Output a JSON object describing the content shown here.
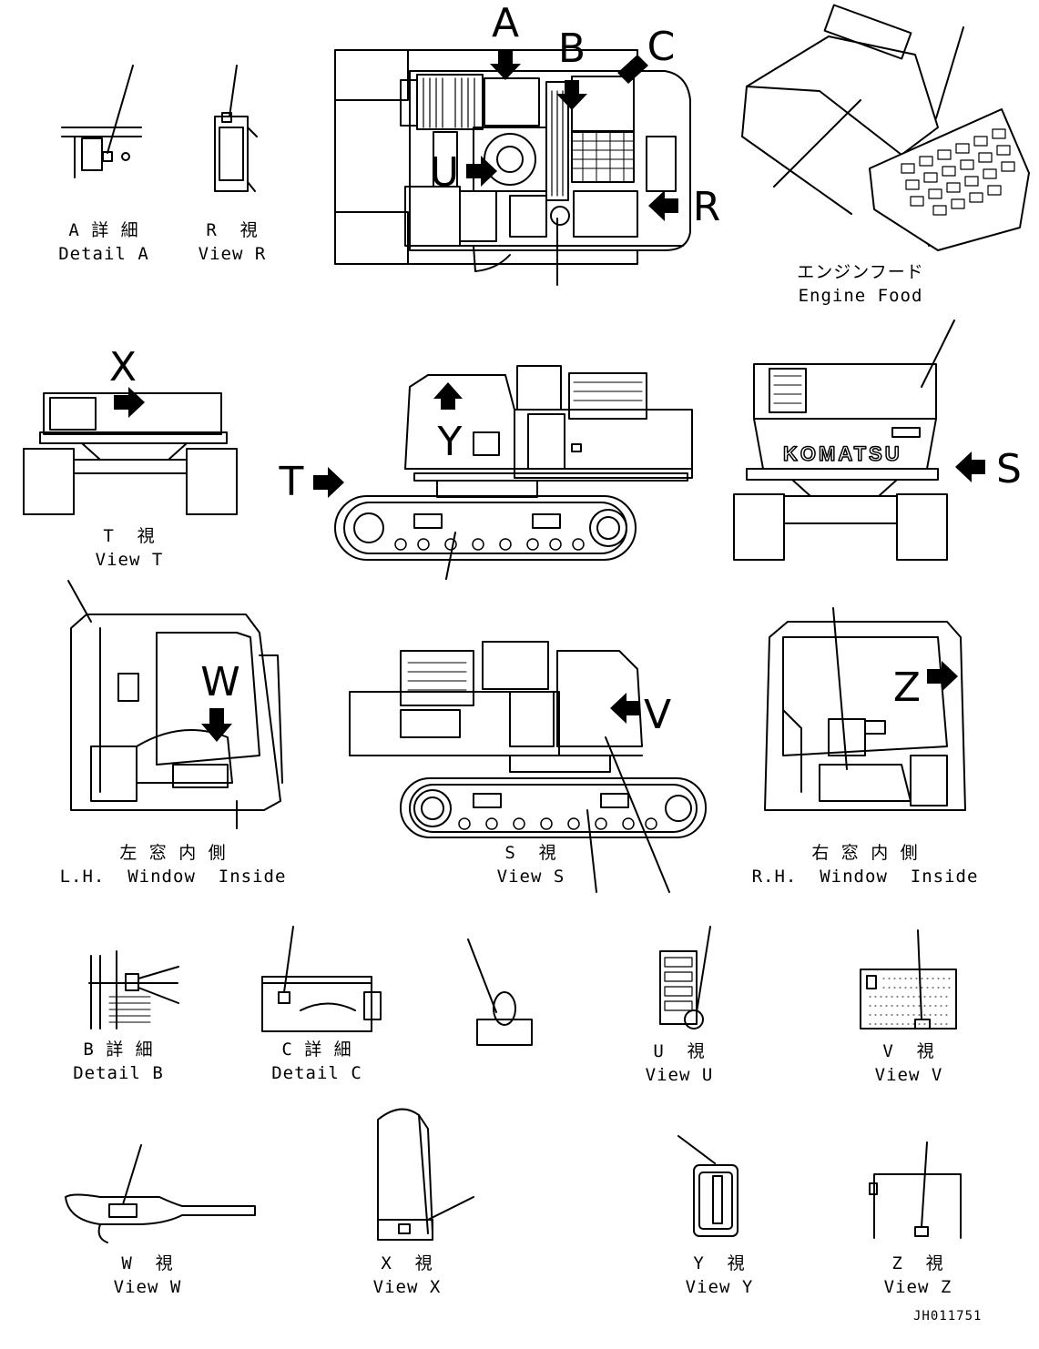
{
  "captions": {
    "detail_a": {
      "jp": "A 詳 細",
      "en": "Detail A"
    },
    "view_r": {
      "jp": "R  視",
      "en": "View R"
    },
    "engine_hood": {
      "jp": "エンジンフード",
      "en": "Engine Food"
    },
    "view_t": {
      "jp": "T  視",
      "en": "View T"
    },
    "view_s": {
      "jp": "S  視",
      "en": "View S"
    },
    "lh_window": {
      "jp": "左 窓 内 側",
      "en": "L.H.  Window  Inside"
    },
    "rh_window": {
      "jp": "右 窓 内 側",
      "en": "R.H.  Window  Inside"
    },
    "detail_b": {
      "jp": "B 詳 細",
      "en": "Detail B"
    },
    "detail_c": {
      "jp": "C 詳 細",
      "en": "Detail C"
    },
    "view_u": {
      "jp": "U  視",
      "en": "View U"
    },
    "view_v": {
      "jp": "V  視",
      "en": "View V"
    },
    "view_w": {
      "jp": "W  視",
      "en": "View W"
    },
    "view_x": {
      "jp": "X  視",
      "en": "View X"
    },
    "view_y": {
      "jp": "Y  視",
      "en": "View Y"
    },
    "view_z": {
      "jp": "Z  視",
      "en": "View Z"
    }
  },
  "callouts": {
    "a": "A",
    "b": "B",
    "c": "C",
    "r": "R",
    "u": "U",
    "x": "X",
    "y": "Y",
    "t": "T",
    "s": "S",
    "w": "W",
    "v": "V",
    "z": "Z"
  },
  "brand": "KOMATSU",
  "drawing_code": "JH011751"
}
